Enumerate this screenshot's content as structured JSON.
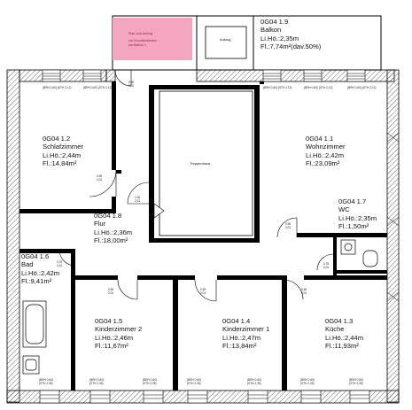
{
  "rooms": [
    {
      "id": "balkon",
      "number": "0G04  1.9",
      "name": "Balkon",
      "height": "Li.Hö.:2,35m",
      "area": "Fl.:7,74m²(dav.50%)"
    },
    {
      "id": "schlafzimmer",
      "number": "0G04  1.2",
      "name": "Schlafzimmer",
      "height": "Li.Hö.:2,44m",
      "area": "Fl.:14,84m²"
    },
    {
      "id": "wohnzimmer",
      "number": "0G04  1.1",
      "name": "Wohnzimmer",
      "height": "Li.Hö.:2,42m",
      "area": "Fl.:23,09m²"
    },
    {
      "id": "flur",
      "number": "0G04  1.8",
      "name": "Flur",
      "height": "Li.Hö.:2,36m",
      "area": "Fl.:18,00m²"
    },
    {
      "id": "wc",
      "number": "0G04  1.7",
      "name": "WC",
      "height": "Li.Hö.:2,35m",
      "area": "Fl.:1,50m²"
    },
    {
      "id": "bad",
      "number": "0G04  1.6",
      "name": "Bad",
      "height": "Li.Hö.:2,42m",
      "area": "Fl.:9,41m²"
    },
    {
      "id": "kinderzimmer2",
      "number": "0G04  1.5",
      "name": "Kinderzimmer  2",
      "height": "Li.Hö.:2,46m",
      "area": "Fl.:11,67m²"
    },
    {
      "id": "kinderzimmer1",
      "number": "0G04  1.4",
      "name": "Kinderzimmer  1",
      "height": "Li.Hö.:2,47m",
      "area": "Fl.:13,84m²"
    },
    {
      "id": "kueche",
      "number": "0G04  1.3",
      "name": "Küche",
      "height": "Li.Hö.:2,44m",
      "area": "Fl.:11,93m²"
    }
  ],
  "labels": {
    "treppenhaus": "Treppenhaus",
    "aufzug": "Aufzug",
    "note_line1": "Plan zum Aufzug",
    "note_line2": "mit Grundbedienten",
    "note_line3": "am Balkon 1"
  },
  "window_tags": {
    "brh": "(BRH 0,60)",
    "sth": "(STH 2,12)",
    "brh_bottom": "(BRH 0,60)",
    "sth_bottom": "(STH 2,35)"
  },
  "door_tags": {
    "d1": "0,90",
    "d2": "2,01",
    "d3": "1,00",
    "d4": "0,75"
  },
  "colors": {
    "wall": "#000000",
    "hatch": "#555555",
    "note_fill": "#f4a6c0"
  }
}
